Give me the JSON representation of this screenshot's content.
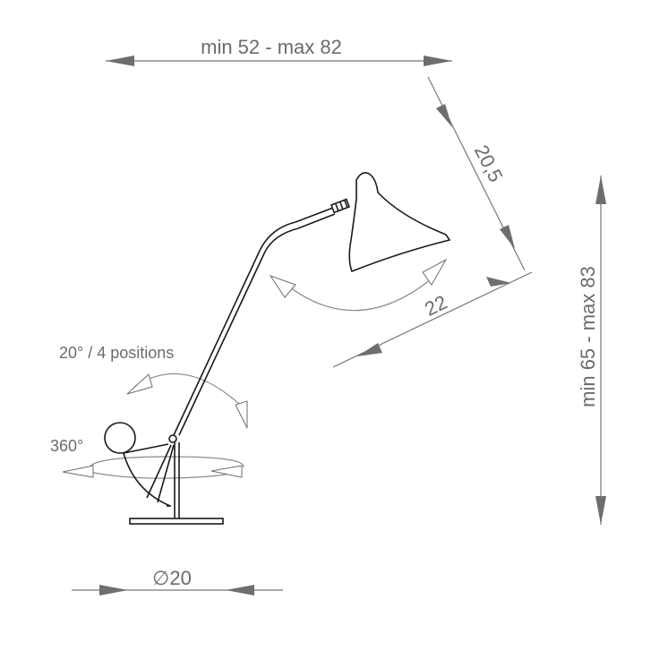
{
  "dimensions": {
    "reach": "min 52 - max 82",
    "shade_length": "20,5",
    "shade_width": "22",
    "height": "min 65 - max 83",
    "base_diameter_symbol": "∅",
    "base_diameter_value": "20"
  },
  "annotations": {
    "arm_positions": "20° / 4 positions",
    "base_rotation": "360°"
  },
  "colors": {
    "dimension_gray": "#6e6e6e",
    "lamp_outline": "#1a1a1a"
  }
}
